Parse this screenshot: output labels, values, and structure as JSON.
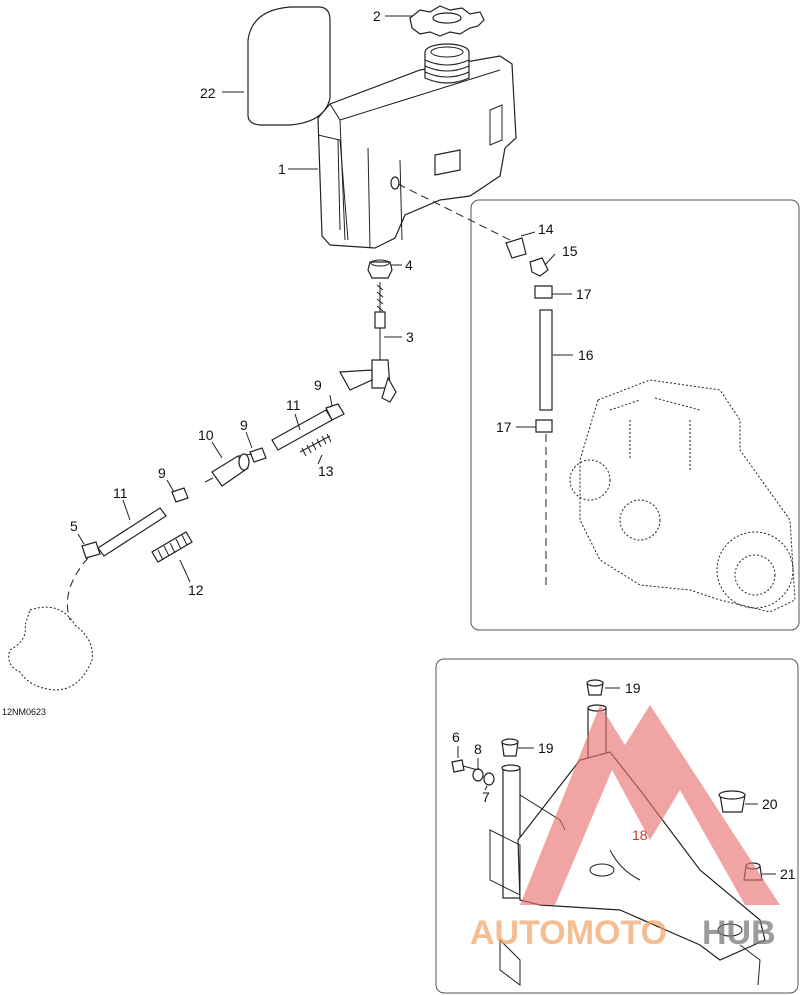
{
  "diagram": {
    "figure_code": "12NM0623",
    "callouts": [
      {
        "id": "c1",
        "label": "1"
      },
      {
        "id": "c2",
        "label": "2"
      },
      {
        "id": "c3",
        "label": "3"
      },
      {
        "id": "c4",
        "label": "4"
      },
      {
        "id": "c5",
        "label": "5"
      },
      {
        "id": "c6",
        "label": "6"
      },
      {
        "id": "c7",
        "label": "7"
      },
      {
        "id": "c8",
        "label": "8"
      },
      {
        "id": "c9a",
        "label": "9"
      },
      {
        "id": "c9b",
        "label": "9"
      },
      {
        "id": "c9c",
        "label": "9"
      },
      {
        "id": "c10",
        "label": "10"
      },
      {
        "id": "c11a",
        "label": "11"
      },
      {
        "id": "c11b",
        "label": "11"
      },
      {
        "id": "c12",
        "label": "12"
      },
      {
        "id": "c13",
        "label": "13"
      },
      {
        "id": "c14",
        "label": "14"
      },
      {
        "id": "c15",
        "label": "15"
      },
      {
        "id": "c16",
        "label": "16"
      },
      {
        "id": "c17a",
        "label": "17"
      },
      {
        "id": "c17b",
        "label": "17"
      },
      {
        "id": "c18",
        "label": "18"
      },
      {
        "id": "c19a",
        "label": "19"
      },
      {
        "id": "c19b",
        "label": "19"
      },
      {
        "id": "c20",
        "label": "20"
      },
      {
        "id": "c21",
        "label": "21"
      },
      {
        "id": "c22",
        "label": "22"
      }
    ]
  },
  "watermark": {
    "text_a": "AUTOMOTO",
    "text_b": "HUB",
    "color_red": "#e05050",
    "color_gray": "#888888"
  }
}
